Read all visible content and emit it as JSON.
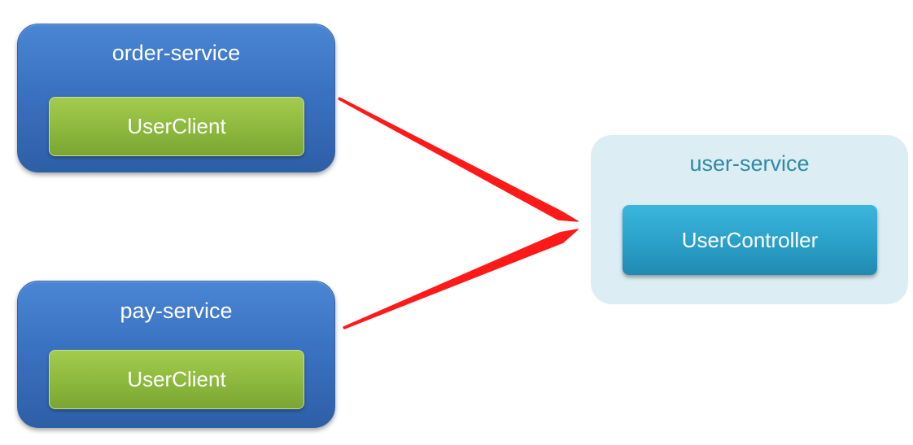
{
  "nodes": {
    "order_service": {
      "label": "order-service",
      "client_label": "UserClient"
    },
    "pay_service": {
      "label": "pay-service",
      "client_label": "UserClient"
    },
    "user_service": {
      "label": "user-service",
      "controller_label": "UserController"
    }
  },
  "edges": [
    {
      "from": "order_service",
      "to": "user_service"
    },
    {
      "from": "pay_service",
      "to": "user_service"
    }
  ],
  "colors": {
    "service_blue": "#3a72c2",
    "client_green": "#8cb83d",
    "user_service_bg": "#dcedf4",
    "user_service_title": "#2f8aa8",
    "controller_blue": "#2aa0c8",
    "arrow_red": "#ff1a1a"
  }
}
